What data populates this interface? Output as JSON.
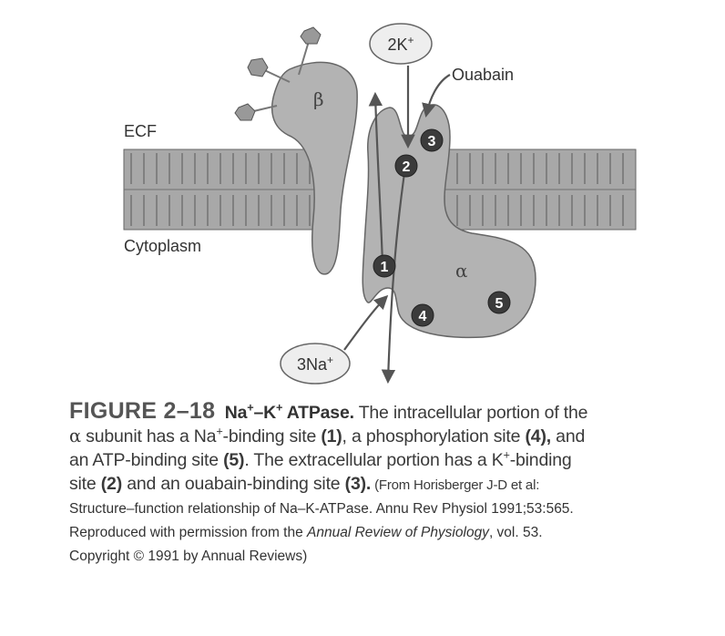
{
  "diagram": {
    "labels": {
      "ecf": "ECF",
      "cytoplasm": "Cytoplasm",
      "beta": "β",
      "alpha": "α",
      "ouabain": "Ouabain"
    },
    "ions": {
      "k": {
        "base": "2K",
        "sup": "+"
      },
      "na": {
        "base": "3Na",
        "sup": "+"
      }
    },
    "sites": [
      "1",
      "2",
      "3",
      "4",
      "5"
    ],
    "colors": {
      "protein": "#b3b3b3",
      "membrane": "#a8a8a8",
      "membrane_lines": "#6f6f6f",
      "site_fill": "#3b3b3b",
      "site_text": "#ffffff",
      "bubble": "#eeeeee",
      "outline": "#666666"
    }
  },
  "caption": {
    "figure_label": "FIGURE 2–18",
    "title": {
      "na": "Na",
      "sup1": "+",
      "dash": "–K",
      "sup2": "+",
      "rest": " ATPase."
    },
    "line1_text": " The intracellular portion of the",
    "line2": {
      "alpha": "α",
      "a": " subunit has a Na",
      "sup": "+",
      "b": "-binding site ",
      "s1": "(1)",
      "c": ", a phosphorylation site ",
      "s4": "(4),",
      "d": " and"
    },
    "line3": {
      "a": "an ATP-binding site ",
      "s5": "(5)",
      "b": ". The extracellular portion has a K",
      "sup": "+",
      "c": "-binding"
    },
    "line4": {
      "a": "site ",
      "s2": "(2)",
      "b": " and an ouabain-binding site ",
      "s3": "(3).",
      "src": "  (From Horisberger J-D et al:"
    },
    "source": {
      "line5": "Structure–function relationship of Na–K-ATPase. Annu Rev Physiol 1991;53:565.",
      "line6_a": "Reproduced with permission from the ",
      "line6_journal": "Annual Review of Physiology",
      "line6_b": ", vol. 53.",
      "line7": "Copyright © 1991 by Annual Reviews)"
    }
  }
}
